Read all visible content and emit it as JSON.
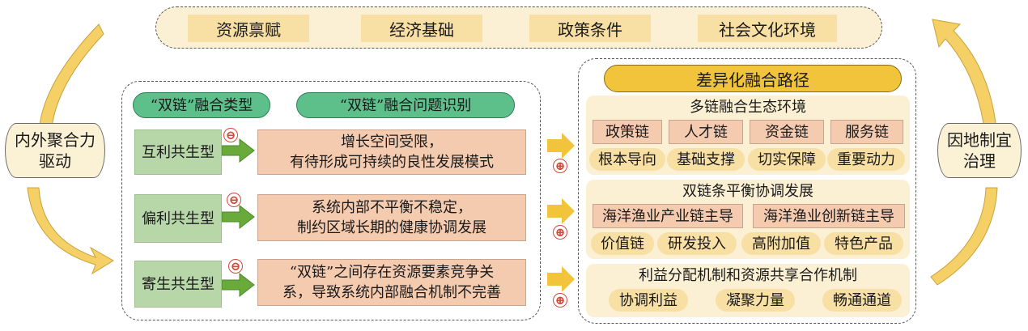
{
  "factors": [
    "资源禀赋",
    "经济基础",
    "政策条件",
    "社会文化环境"
  ],
  "left_cylinder": {
    "line1": "内外聚合力",
    "line2": "驱动"
  },
  "right_cylinder": {
    "line1": "因地制宜",
    "line2": "治理"
  },
  "left_panel": {
    "header_types": "“双链”融合类型",
    "header_issues": "“双链”融合问题识别",
    "rows": [
      {
        "type": "互利共生型",
        "issue1": "增长空间受限，",
        "issue2": "有待形成可持续的良性发展模式"
      },
      {
        "type": "偏利共生型",
        "issue1": "系统内部不平衡不稳定，",
        "issue2": "制约区域长期的健康协调发展"
      },
      {
        "type": "寄生共生型",
        "issue1": "“双链”之间存在资源要素竞争关",
        "issue2": "系，导致系统内部融合机制不完善"
      }
    ]
  },
  "symbols": {
    "minus": "⊖",
    "plus": "⊕"
  },
  "right_panel": {
    "title": "差异化融合路径",
    "section1": {
      "title": "多链融合生态环境",
      "chains": [
        "政策链",
        "人才链",
        "资金链",
        "服务链"
      ],
      "roles": [
        "根本导向",
        "基础支撑",
        "切实保障",
        "重要动力"
      ]
    },
    "section2": {
      "title": "双链条平衡协调发展",
      "leads": [
        "海洋渔业产业链主导",
        "海洋渔业创新链主导"
      ],
      "items": [
        "价值链",
        "研发投入",
        "高附加值",
        "特色产品"
      ]
    },
    "section3": {
      "title": "利益分配机制和资源共享合作机制",
      "items": [
        "协调利益",
        "凝聚力量",
        "畅通通道"
      ]
    }
  },
  "colors": {
    "pink": "#f5cbb0",
    "tan": "#f8dfa4",
    "green": "#b7d7a8",
    "green_pill": "#5dbf8a",
    "gold": "#f2c43c",
    "red": "#d04a3a"
  }
}
